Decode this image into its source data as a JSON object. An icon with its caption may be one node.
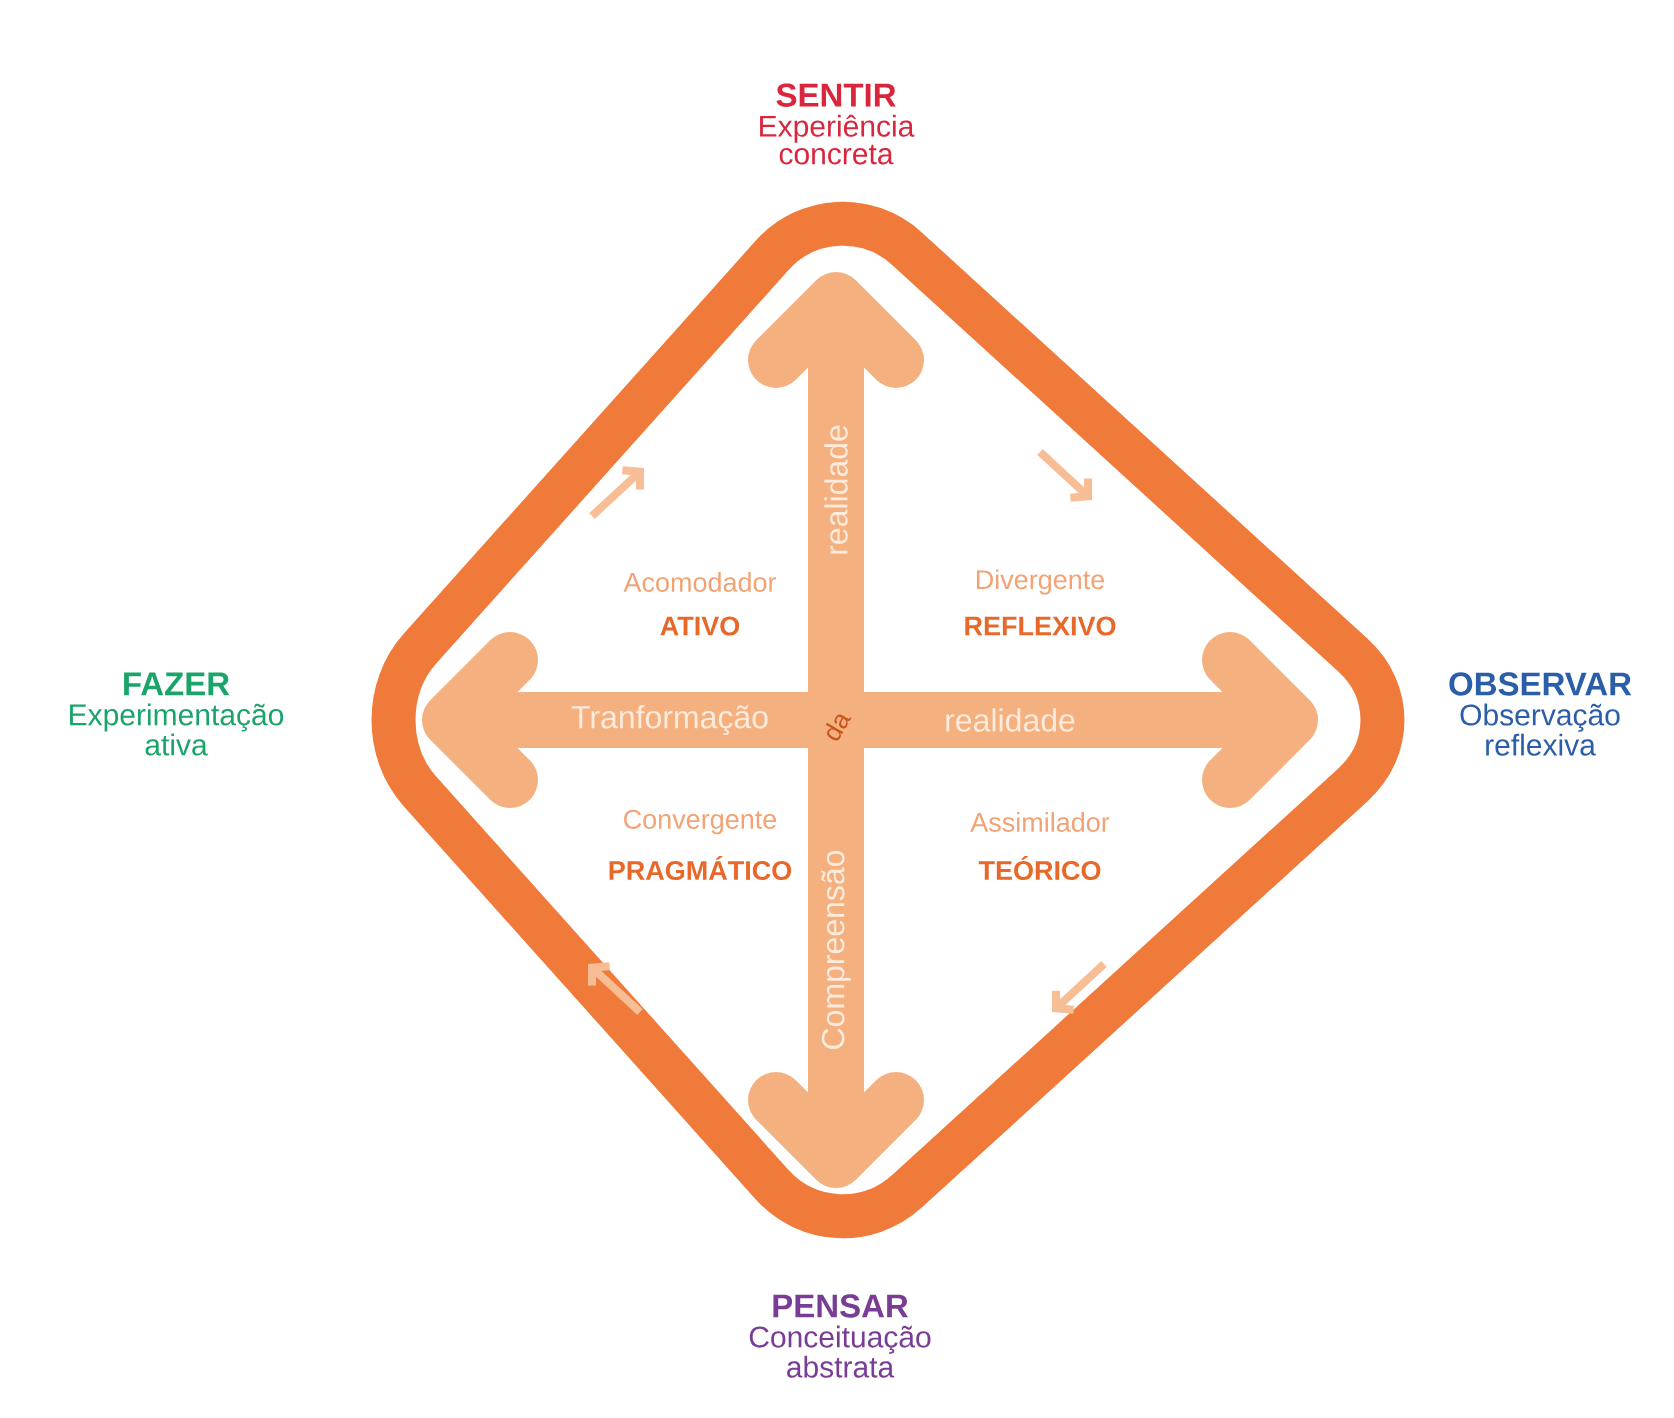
{
  "diagram": {
    "nodes": [
      {
        "text": [
          "SENTIR",
          "Experiência concreta"
        ]
      },
      {
        "text": [
          "FAZER",
          "Experimentação ativa"
        ]
      },
      {
        "text": [
          "OBSERVAR",
          "Observação reflexiva"
        ]
      },
      {
        "text": [
          "PENSAR",
          "Conceituação abstrata"
        ]
      }
    ],
    "labels": [
      "realidade",
      "Acomodador",
      "Divergente",
      "ATIVO",
      "REFLEXIVO",
      "Tranformação",
      "da",
      "realidade",
      "Convergente",
      "Assimilador",
      "Compreensão",
      "PRAGMÁTICO",
      "TEÓRICO"
    ]
  }
}
